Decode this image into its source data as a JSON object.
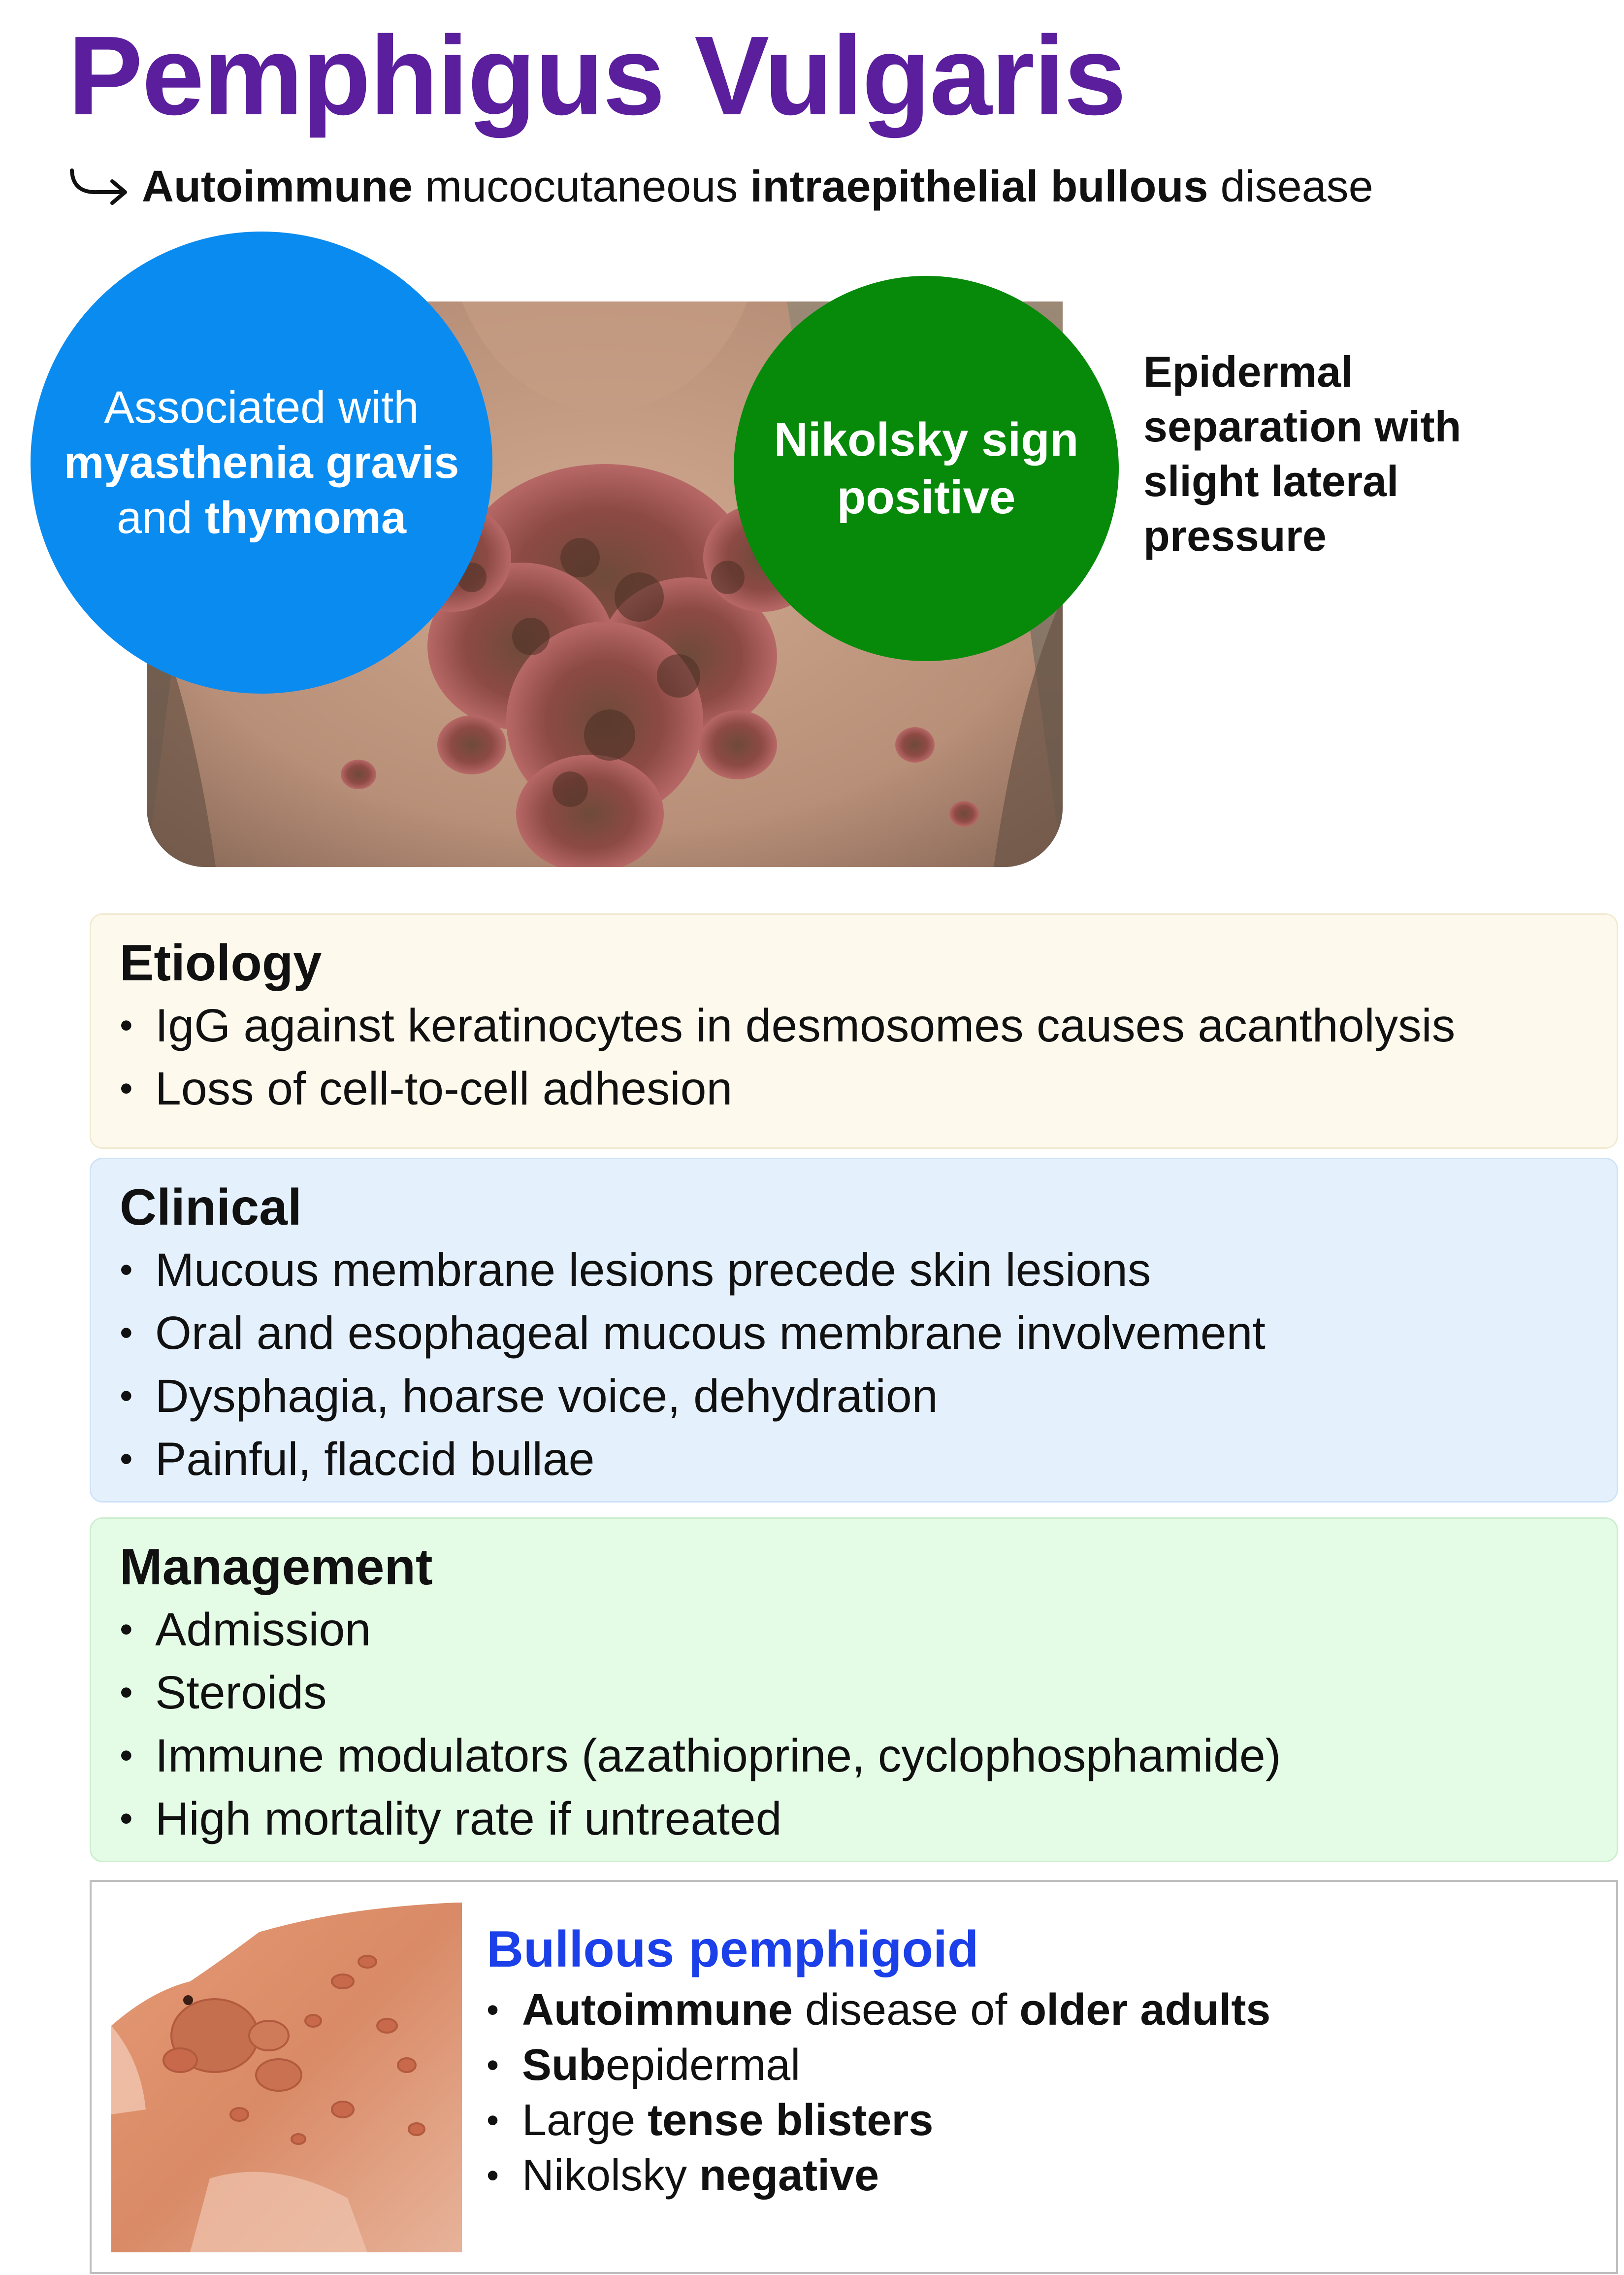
{
  "title": "Pemphigus Vulgaris",
  "subtitle": {
    "icon": "curved-arrow-icon",
    "part1": "Autoimmune",
    "part2": " mucocutaneous ",
    "part3": "intraepithelial bullous",
    "part4": " disease"
  },
  "association_circle": {
    "color": "#0a8bf0",
    "line1": "Associated with",
    "line2": "myasthenia gravis",
    "line3_pre": "and ",
    "line3_bold": "thymoma"
  },
  "nikolsky_circle": {
    "color": "#078a0a",
    "line1": "Nikolsky sign",
    "line2": "positive"
  },
  "epidermal_note": {
    "line1": "Epidermal",
    "line2": "separation with",
    "line3": "slight lateral",
    "line4": "pressure"
  },
  "sections": {
    "etiology": {
      "heading": "Etiology",
      "color": "#fdf9ec",
      "items": [
        "IgG against keratinocytes in desmosomes causes acantholysis",
        "Loss of cell-to-cell adhesion"
      ]
    },
    "clinical": {
      "heading": "Clinical",
      "color": "#e4f1fd",
      "items": [
        "Mucous membrane lesions precede skin lesions",
        "Oral and esophageal mucous membrane involvement",
        "Dysphagia, hoarse voice, dehydration",
        "Painful, flaccid bullae"
      ]
    },
    "management": {
      "heading": "Management",
      "color": "#e4fbe5",
      "items": [
        "Admission",
        "Steroids",
        "Immune modulators (azathioprine, cyclophosphamide)",
        "High mortality rate if untreated"
      ]
    }
  },
  "bullous_pemphigoid": {
    "title": "Bullous pemphigoid",
    "title_color": "#1b3fe8",
    "items": [
      {
        "a": "Autoimmune",
        "b": " disease of ",
        "c": "older adults"
      },
      {
        "a": "Sub",
        "b": "epidermal",
        "c": ""
      },
      {
        "a": "",
        "b": "Large ",
        "c": "tense blisters"
      },
      {
        "a": "",
        "b": "Nikolsky ",
        "c": "negative"
      }
    ]
  },
  "bullet": "•"
}
